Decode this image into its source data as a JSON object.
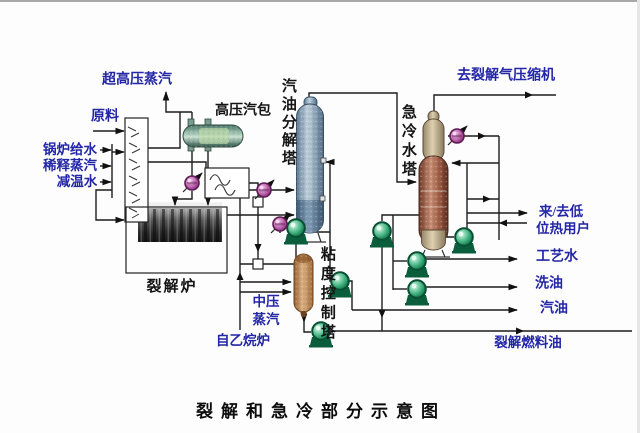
{
  "title": "裂解和急冷部分示意图",
  "colors": {
    "label_blue": "#2326a6",
    "label_black": "#141414",
    "line": "#1c1c1c",
    "pump_green": "#1f8f5e",
    "valve_purple": "#a0409a",
    "drum_teal": "#6e9a8a",
    "fractionator_blue": "#8aa2b5",
    "quench_brown": "#8d4f3a",
    "viscosity_orange": "#c08a5a"
  },
  "streams": {
    "uhp_steam": "超高压蒸汽",
    "raw_material": "原料",
    "boiler_feed_water": "锅炉给水",
    "dilution_steam": "稀释蒸汽",
    "desuperheat_water": "减温水",
    "mp_steam_line1": "中压",
    "mp_steam_line2": "蒸汽",
    "from_ethane_furnace": "自乙烷炉",
    "to_cracked_gas_compressor": "去裂解气压缩机",
    "heat_users_line1": "来/去低",
    "heat_users_line2": "位热用户",
    "process_water": "工艺水",
    "wash_oil": "洗油",
    "gasoline": "汽油",
    "cracked_fuel_oil": "裂解燃料油"
  },
  "equipment": {
    "hp_steam_drum": "高压汽包",
    "gasoline_fractionator": "汽油分解塔",
    "quench_water_tower": "急冷水塔",
    "viscosity_control_tower": "粘度控制塔",
    "cracking_furnace": "裂解炉"
  }
}
